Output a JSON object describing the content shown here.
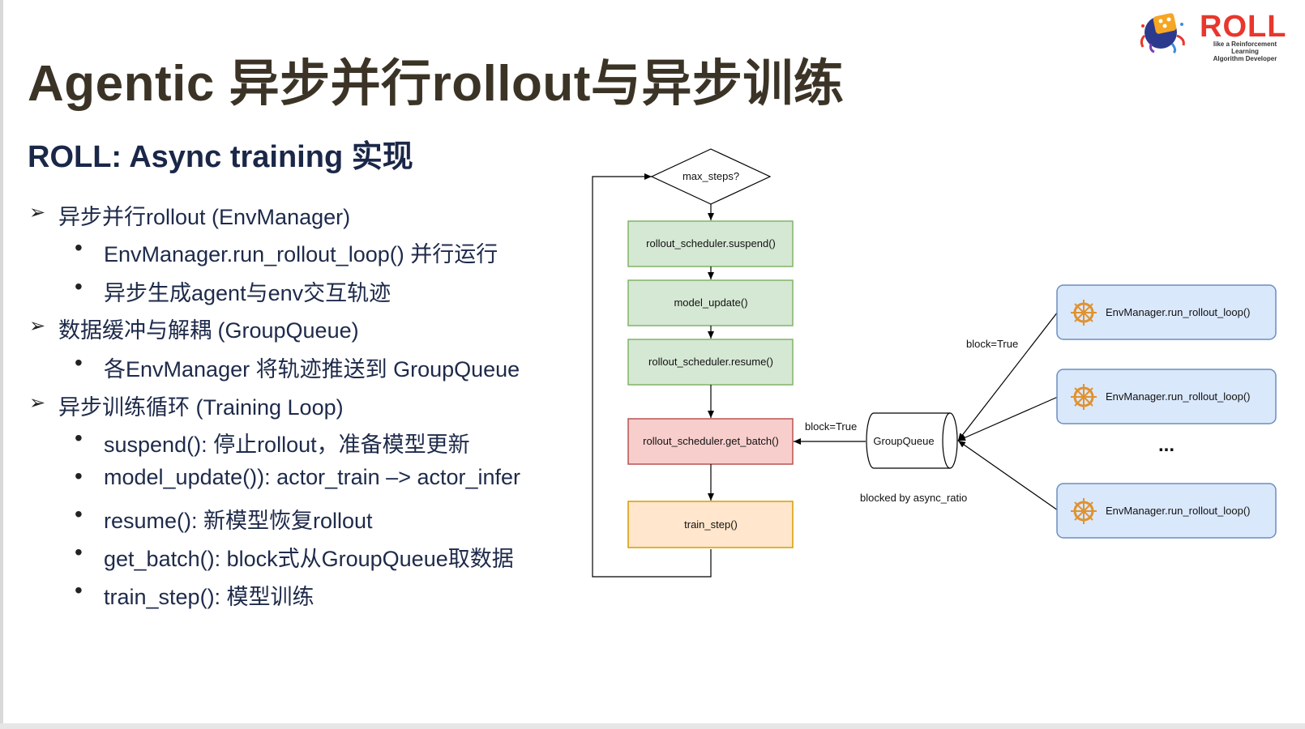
{
  "title": "Agentic 异步并行rollout与异步训练",
  "subtitle": "ROLL: Async training 实现",
  "logo": {
    "word": "ROLL",
    "tagline_1": "like a Reinforcement Learning",
    "tagline_2": "Algorithm Developer"
  },
  "bullets": {
    "l1_a": "异步并行rollout (EnvManager)",
    "l2_a1": "EnvManager.run_rollout_loop() 并行运行",
    "l2_a2": "异步生成agent与env交互轨迹",
    "l1_b": "数据缓冲与解耦 (GroupQueue)",
    "l2_b1": "各EnvManager 将轨迹推送到 GroupQueue",
    "l1_c": "异步训练循环 (Training Loop)",
    "l2_c1": "suspend(): 停止rollout，准备模型更新",
    "l2_c2": "model_update()): actor_train –> actor_infer",
    "l2_c3": "resume(): 新模型恢复rollout",
    "l2_c4": "get_batch(): block式从GroupQueue取数据",
    "l2_c5": "train_step(): 模型训练"
  },
  "diagram": {
    "decision": "max_steps?",
    "suspend": "rollout_scheduler.suspend()",
    "update": "model_update()",
    "resume": "rollout_scheduler.resume()",
    "get_batch": "rollout_scheduler.get_batch()",
    "train": "train_step()",
    "queue": "GroupQueue",
    "env1": "EnvManager.run_rollout_loop()",
    "env2": "EnvManager.run_rollout_loop()",
    "env3": "EnvManager.run_rollout_loop()",
    "ellipsis": "...",
    "label_block_queue": "block=True",
    "label_block_env": "block=True",
    "label_async": "blocked by async_ratio",
    "colors": {
      "green_fill": "#d5e8d4",
      "green_stroke": "#82b366",
      "red_fill": "#f8cecc",
      "red_stroke": "#b85450",
      "orange_fill": "#ffe6cc",
      "orange_stroke": "#d79b00",
      "blue_fill": "#dae8fc",
      "blue_stroke": "#6c8ebf"
    }
  }
}
